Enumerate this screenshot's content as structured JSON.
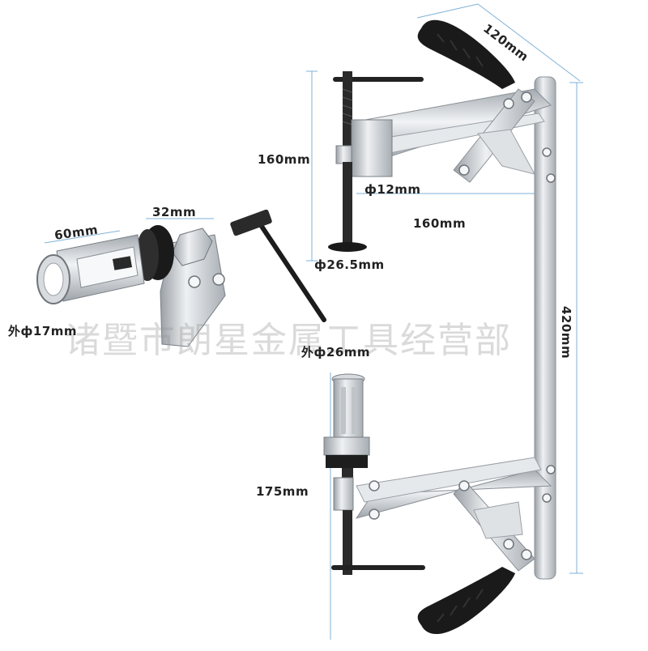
{
  "dimensions": {
    "top_width": "120mm",
    "height": "420mm",
    "top_jaw_depth": "160mm",
    "rod_diameter": "ф12mm",
    "throat_depth": "160mm",
    "foot_diameter": "ф26.5mm",
    "adapter_length": "32mm",
    "cup_length": "60mm",
    "small_outer_diameter": "外ф17mm",
    "large_outer_diameter": "外ф26mm",
    "bottom_jaw_depth": "175mm"
  },
  "watermark": "诸暨市朗星金属工具经营部",
  "colors": {
    "steel": "#c8ccd0",
    "grip": "#1a1a1a",
    "dimension_line": "#7fb2d8",
    "text": "#222222"
  }
}
